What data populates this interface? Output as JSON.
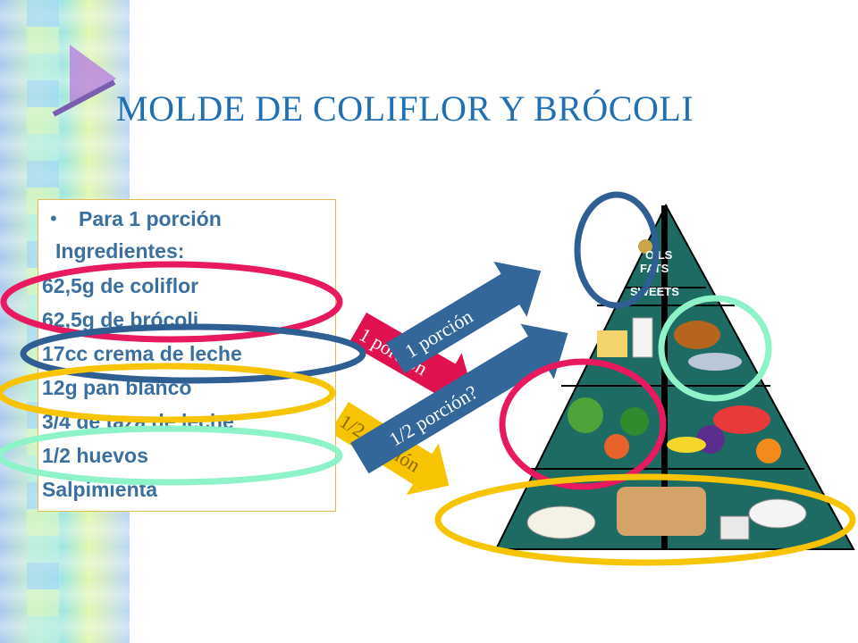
{
  "slide": {
    "title": "MOLDE DE COLIFLOR Y BRÓCOLI"
  },
  "recipe": {
    "portion": "Para 1 porción",
    "heading": "Ingredientes:",
    "items": [
      "62,5g de coliflor",
      "62,5g de brócoli",
      "17cc crema de leche",
      "12g pan blanco",
      "3/4 de taza de leche",
      "1/2 huevos",
      "Salpimienta"
    ]
  },
  "pyramid": {
    "top_labels": [
      "OILS",
      "FATS",
      "SWEETS"
    ]
  },
  "arrows": {
    "top_blue": "1 porción",
    "red": "1 porción",
    "mid_blue": "1/2 porción?",
    "yellow": "1/2 porción"
  },
  "colors": {
    "title": "#1f6fb5",
    "text": "#3b6fa0",
    "circle_pink": "#e8195e",
    "circle_navy": "#2f5e93",
    "circle_yellow": "#f6c400",
    "circle_mint": "#8ef3c8",
    "arrow_blue": "#336699",
    "arrow_red": "#e0114f",
    "arrow_yellow": "#f6c400"
  }
}
